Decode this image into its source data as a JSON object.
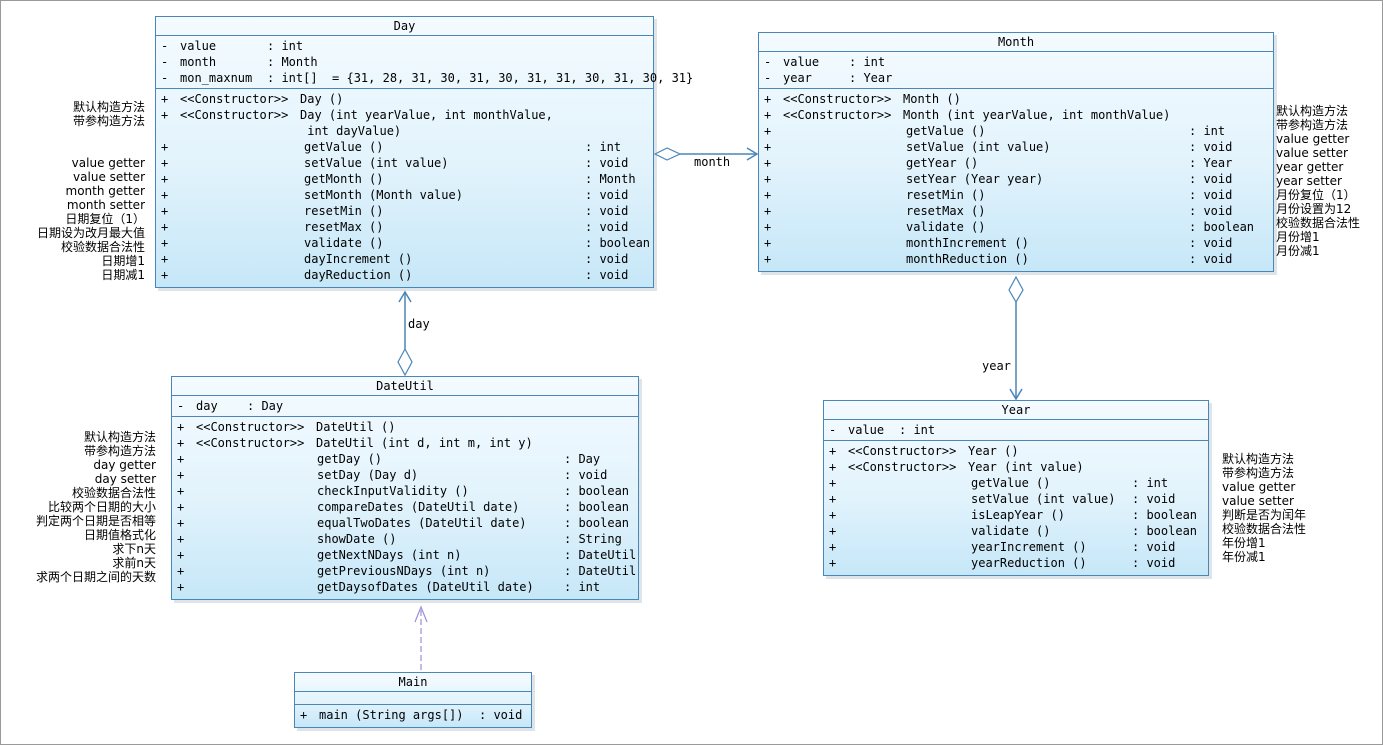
{
  "classes": {
    "day": {
      "name": "Day",
      "attrs": [
        {
          "vis": "-",
          "name": "value",
          "type": ": int"
        },
        {
          "vis": "-",
          "name": "month",
          "type": ": Month"
        },
        {
          "vis": "-",
          "name": "mon_maxnum",
          "type": ": int[]  = {31, 28, 31, 30, 31, 30, 31, 31, 30, 31, 30, 31}"
        }
      ],
      "ops": [
        {
          "vis": "+",
          "stereo": "<<Constructor>>",
          "name": "Day ()",
          "ret": ""
        },
        {
          "vis": "+",
          "stereo": "<<Constructor>>",
          "name": "Day (int yearValue, int monthValue,",
          "ret": ""
        },
        {
          "vis": "",
          "stereo": "",
          "name": " int dayValue)",
          "ret": ""
        },
        {
          "vis": "+",
          "stereo": "",
          "name": "getValue ()",
          "ret": ": int"
        },
        {
          "vis": "+",
          "stereo": "",
          "name": "setValue (int value)",
          "ret": ": void"
        },
        {
          "vis": "+",
          "stereo": "",
          "name": "getMonth ()",
          "ret": ": Month"
        },
        {
          "vis": "+",
          "stereo": "",
          "name": "setMonth (Month value)",
          "ret": ": void"
        },
        {
          "vis": "+",
          "stereo": "",
          "name": "resetMin ()",
          "ret": ": void"
        },
        {
          "vis": "+",
          "stereo": "",
          "name": "resetMax ()",
          "ret": ": void"
        },
        {
          "vis": "+",
          "stereo": "",
          "name": "validate ()",
          "ret": ": boolean"
        },
        {
          "vis": "+",
          "stereo": "",
          "name": "dayIncrement ()",
          "ret": ": void"
        },
        {
          "vis": "+",
          "stereo": "",
          "name": "dayReduction ()",
          "ret": ": void"
        }
      ]
    },
    "month": {
      "name": "Month",
      "attrs": [
        {
          "vis": "-",
          "name": "value",
          "type": ": int"
        },
        {
          "vis": "-",
          "name": "year",
          "type": ": Year"
        }
      ],
      "ops": [
        {
          "vis": "+",
          "stereo": "<<Constructor>>",
          "name": "Month ()",
          "ret": ""
        },
        {
          "vis": "+",
          "stereo": "<<Constructor>>",
          "name": "Month (int yearValue, int monthValue)",
          "ret": ""
        },
        {
          "vis": "+",
          "stereo": "",
          "name": "getValue ()",
          "ret": ": int"
        },
        {
          "vis": "+",
          "stereo": "",
          "name": "setValue (int value)",
          "ret": ": void"
        },
        {
          "vis": "+",
          "stereo": "",
          "name": "getYear ()",
          "ret": ": Year"
        },
        {
          "vis": "+",
          "stereo": "",
          "name": "setYear (Year year)",
          "ret": ": void"
        },
        {
          "vis": "+",
          "stereo": "",
          "name": "resetMin ()",
          "ret": ": void"
        },
        {
          "vis": "+",
          "stereo": "",
          "name": "resetMax ()",
          "ret": ": void"
        },
        {
          "vis": "+",
          "stereo": "",
          "name": "validate ()",
          "ret": ": boolean"
        },
        {
          "vis": "+",
          "stereo": "",
          "name": "monthIncrement ()",
          "ret": ": void"
        },
        {
          "vis": "+",
          "stereo": "",
          "name": "monthReduction ()",
          "ret": ": void"
        }
      ]
    },
    "dateutil": {
      "name": "DateUtil",
      "attrs": [
        {
          "vis": "-",
          "name": "day",
          "type": ": Day"
        }
      ],
      "ops": [
        {
          "vis": "+",
          "stereo": "<<Constructor>>",
          "name": "DateUtil ()",
          "ret": ""
        },
        {
          "vis": "+",
          "stereo": "<<Constructor>>",
          "name": "DateUtil (int d, int m, int y)",
          "ret": ""
        },
        {
          "vis": "+",
          "stereo": "",
          "name": "getDay ()",
          "ret": ": Day"
        },
        {
          "vis": "+",
          "stereo": "",
          "name": "setDay (Day d)",
          "ret": ": void"
        },
        {
          "vis": "+",
          "stereo": "",
          "name": "checkInputValidity ()",
          "ret": ": boolean"
        },
        {
          "vis": "+",
          "stereo": "",
          "name": "compareDates (DateUtil date)",
          "ret": ": boolean"
        },
        {
          "vis": "+",
          "stereo": "",
          "name": "equalTwoDates (DateUtil date)",
          "ret": ": boolean"
        },
        {
          "vis": "+",
          "stereo": "",
          "name": "showDate ()",
          "ret": ": String"
        },
        {
          "vis": "+",
          "stereo": "",
          "name": "getNextNDays (int n)",
          "ret": ": DateUtil"
        },
        {
          "vis": "+",
          "stereo": "",
          "name": "getPreviousNDays (int n)",
          "ret": ": DateUtil"
        },
        {
          "vis": "+",
          "stereo": "",
          "name": "getDaysofDates (DateUtil date)",
          "ret": ": int"
        }
      ]
    },
    "year": {
      "name": "Year",
      "attrs": [
        {
          "vis": "-",
          "name": "value",
          "type": ": int"
        }
      ],
      "ops": [
        {
          "vis": "+",
          "stereo": "<<Constructor>>",
          "name": "Year ()",
          "ret": ""
        },
        {
          "vis": "+",
          "stereo": "<<Constructor>>",
          "name": "Year (int value)",
          "ret": ""
        },
        {
          "vis": "+",
          "stereo": "",
          "name": "getValue ()",
          "ret": ": int"
        },
        {
          "vis": "+",
          "stereo": "",
          "name": "setValue (int value)",
          "ret": ": void"
        },
        {
          "vis": "+",
          "stereo": "",
          "name": "isLeapYear ()",
          "ret": ": boolean"
        },
        {
          "vis": "+",
          "stereo": "",
          "name": "validate ()",
          "ret": ": boolean"
        },
        {
          "vis": "+",
          "stereo": "",
          "name": "yearIncrement ()",
          "ret": ": void"
        },
        {
          "vis": "+",
          "stereo": "",
          "name": "yearReduction ()",
          "ret": ": void"
        }
      ]
    },
    "main": {
      "name": "Main",
      "attrs": [],
      "ops": [
        {
          "vis": "+",
          "stereo": "",
          "name": "main (String args[])",
          "ret": ": void"
        }
      ]
    }
  },
  "notes": {
    "day": "默认构造方法\n带参构造方法\n\n\nvalue getter\nvalue setter\nmonth getter\nmonth setter\n日期复位（1）\n日期设为改月最大值\n校验数据合法性\n日期增1\n日期减1",
    "month": "默认构造方法\n带参构造方法\nvalue getter\nvalue setter\nyear getter\nyear setter\n月份复位（1）\n月份设置为12\n校验数据合法性\n月份增1\n月份减1",
    "dateutil": "默认构造方法\n带参构造方法\nday getter\nday setter\n校验数据合法性\n比较两个日期的大小\n判定两个日期是否相等\n日期值格式化\n求下n天\n求前n天\n求两个日期之间的天数",
    "year": "默认构造方法\n带参构造方法\nvalue getter\nvalue setter\n判断是否为闰年\n校验数据合法性\n年份增1\n年份减1"
  },
  "associations": {
    "day_month": "month",
    "dateutil_day": "day",
    "month_year": "year"
  },
  "colors": {
    "border": "#4a86b8",
    "fill_top": "#f4fbff",
    "fill_bottom": "#c6e7f8",
    "line": "#4a86b8",
    "dependency": "#9d8fd6"
  }
}
